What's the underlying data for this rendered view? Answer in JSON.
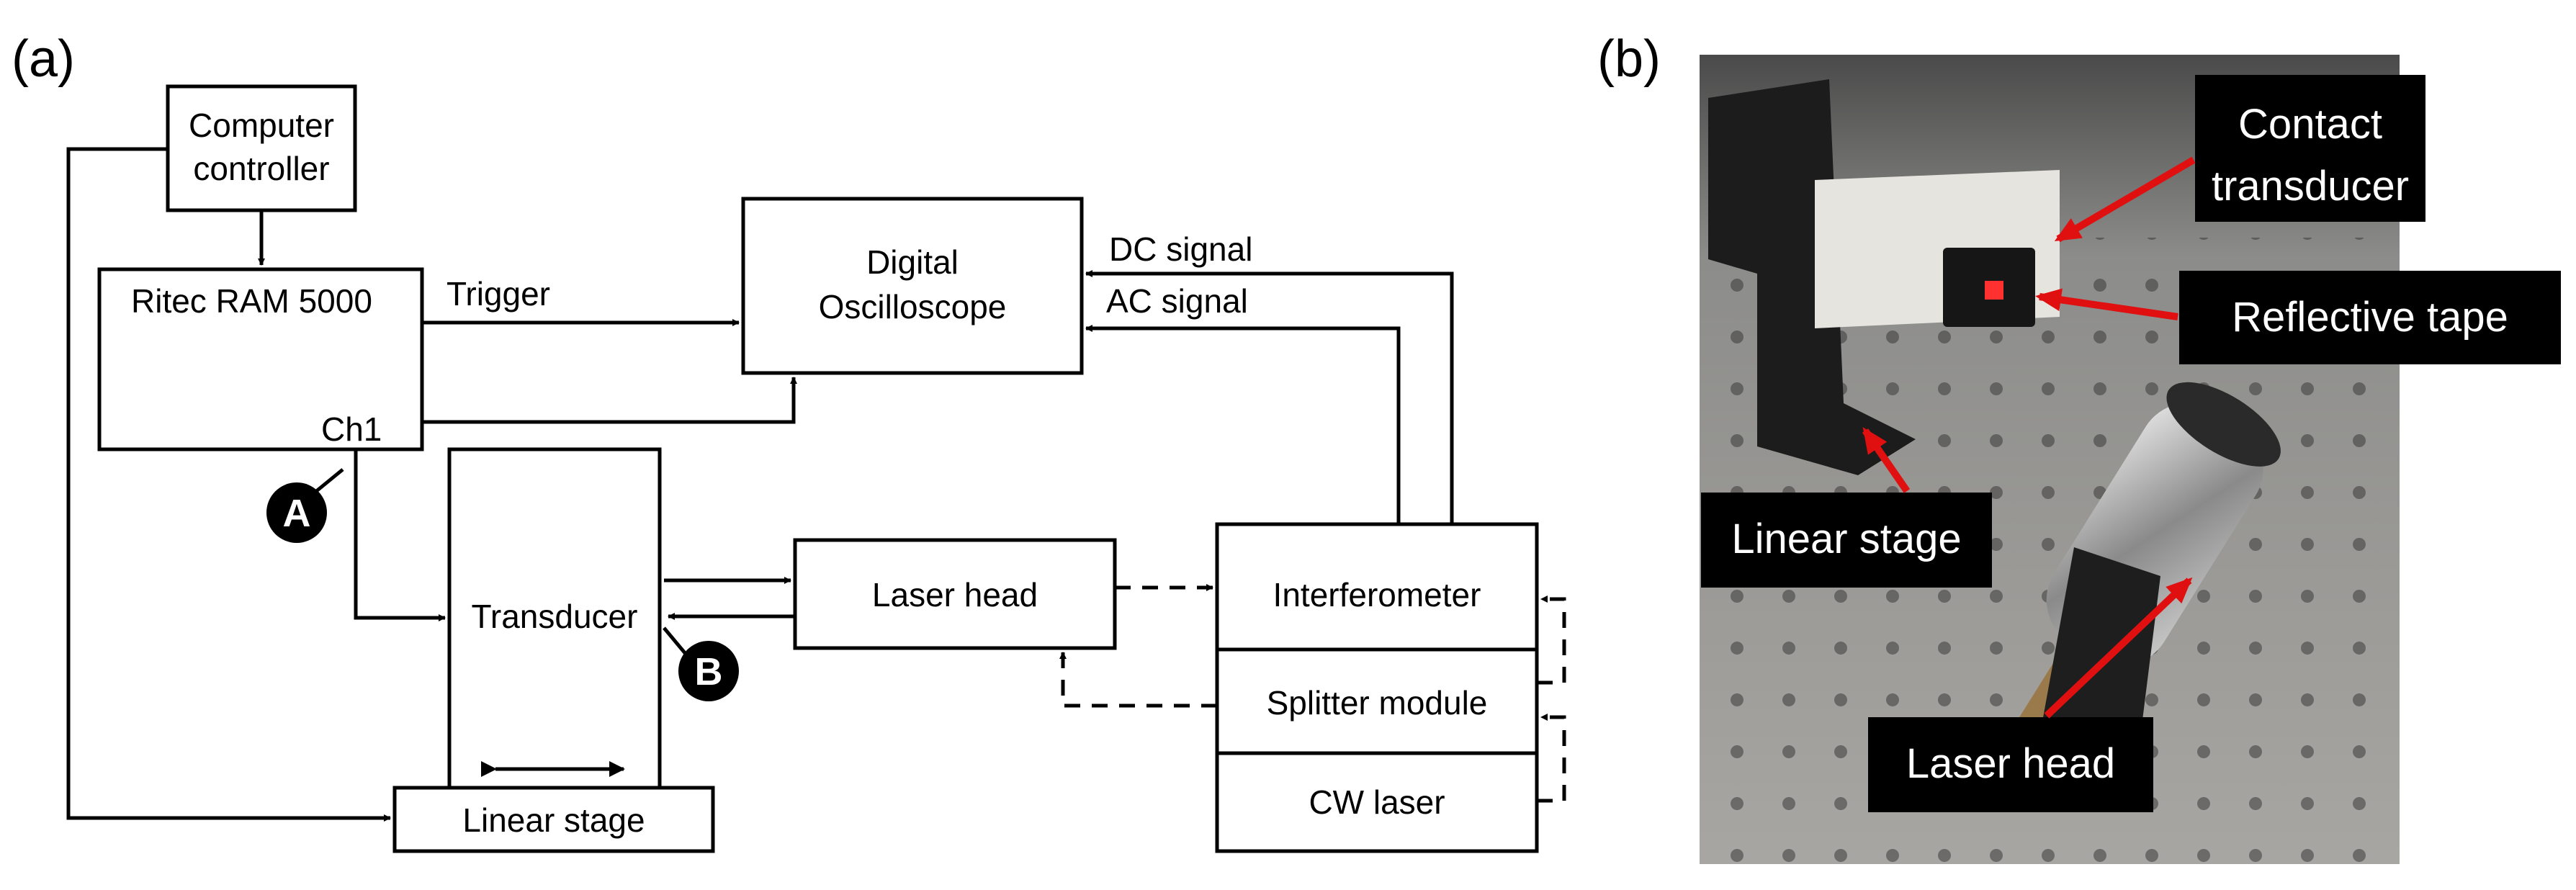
{
  "panel_a": {
    "label": "(a)",
    "computer_controller": [
      "Computer",
      "controller"
    ],
    "ritec": "Ritec RAM 5000",
    "ch1": "Ch1",
    "trigger": "Trigger",
    "oscilloscope": [
      "Digital",
      "Oscilloscope"
    ],
    "dc_signal": "DC signal",
    "ac_signal": "AC signal",
    "transducer": "Transducer",
    "laser_head": "Laser head",
    "interferometer": "Interferometer",
    "splitter": "Splitter module",
    "cw_laser": "CW laser",
    "linear_stage": "Linear stage",
    "marker_a": "A",
    "marker_b": "B"
  },
  "panel_b": {
    "label": "(b)",
    "callouts": {
      "contact_transducer": [
        "Contact",
        "transducer"
      ],
      "reflective_tape": "Reflective tape",
      "linear_stage": "Linear stage",
      "laser_head": "Laser head"
    },
    "colors": {
      "arrow": "#e01010",
      "callout_bg": "#000000"
    }
  }
}
